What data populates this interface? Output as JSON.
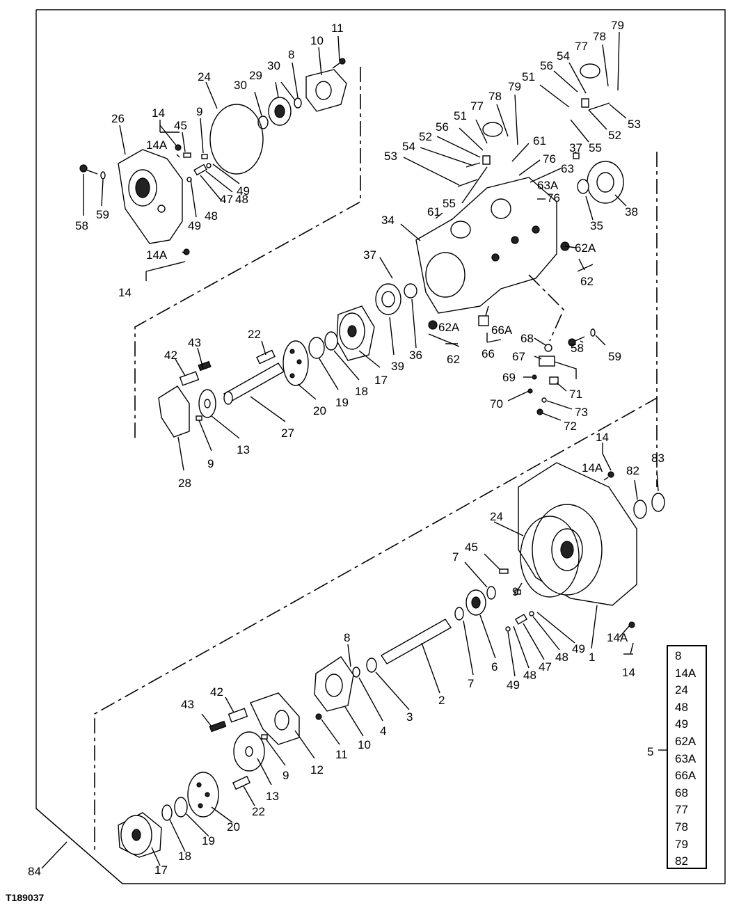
{
  "figure": {
    "id": "T189037",
    "frame_label": "84",
    "kit_label": "5",
    "kit_items": [
      "8",
      "14A",
      "24",
      "48",
      "49",
      "62A",
      "63A",
      "66A",
      "68",
      "77",
      "78",
      "79",
      "82"
    ]
  },
  "callouts": {
    "c11a": "11",
    "c10a": "10",
    "c8a": "8",
    "c30a": "30",
    "c29": "29",
    "c30b": "30",
    "c24a": "24",
    "c26": "26",
    "c14a": "14",
    "c45a": "45",
    "c9a": "9",
    "c14Aa": "14A",
    "c58a": "58",
    "c59a": "59",
    "c49a": "49",
    "c48a": "48",
    "c47a": "47",
    "c49b": "49",
    "c48b": "48",
    "c14Ab": "14A",
    "c14b": "14",
    "c79a": "79",
    "c78a": "78",
    "c77a": "77",
    "c54a": "54",
    "c56a": "56",
    "c51a": "51",
    "c53a": "53",
    "c52a": "52",
    "c55a": "55",
    "c79b": "79",
    "c78b": "78",
    "c77b": "77",
    "c51b": "51",
    "c56b": "56",
    "c52b": "52",
    "c54b": "54",
    "c53b": "53",
    "c55b": "55",
    "c61a": "61",
    "c76a": "76",
    "c63": "63",
    "c63A": "63A",
    "c76b": "76",
    "c37a": "37",
    "c38": "38",
    "c35": "35",
    "c61b": "61",
    "c34": "34",
    "c62Aa": "62A",
    "c62a": "62",
    "c37b": "37",
    "c36": "36",
    "c39": "39",
    "c62Ab": "62A",
    "c62b": "62",
    "c66A": "66A",
    "c66": "66",
    "c68": "68",
    "c67": "67",
    "c69": "69",
    "c70": "70",
    "c71": "71",
    "c73": "73",
    "c72": "72",
    "c58b": "58",
    "c59b": "59",
    "c22a": "22",
    "c43a": "43",
    "c42a": "42",
    "c20a": "20",
    "c19a": "19",
    "c18a": "18",
    "c17a": "17",
    "c27": "27",
    "c13a": "13",
    "c9b": "9",
    "c28": "28",
    "c14c": "14",
    "c14Ac": "14A",
    "c82": "82",
    "c83": "83",
    "c24b": "24",
    "c45b": "45",
    "c7a": "7",
    "c9c": "9",
    "c6": "6",
    "c7b": "7",
    "c2": "2",
    "c3": "3",
    "c8b": "8",
    "c4": "4",
    "c10b": "10",
    "c11b": "11",
    "c49c": "49",
    "c48c": "48",
    "c47b": "47",
    "c48d": "48",
    "c49d": "49",
    "c1": "1",
    "c14Ad": "14A",
    "c14d": "14",
    "c43b": "43",
    "c42b": "42",
    "c12": "12",
    "c9d": "9",
    "c13b": "13",
    "c22b": "22",
    "c20b": "20",
    "c19b": "19",
    "c18b": "18",
    "c17b": "17"
  }
}
